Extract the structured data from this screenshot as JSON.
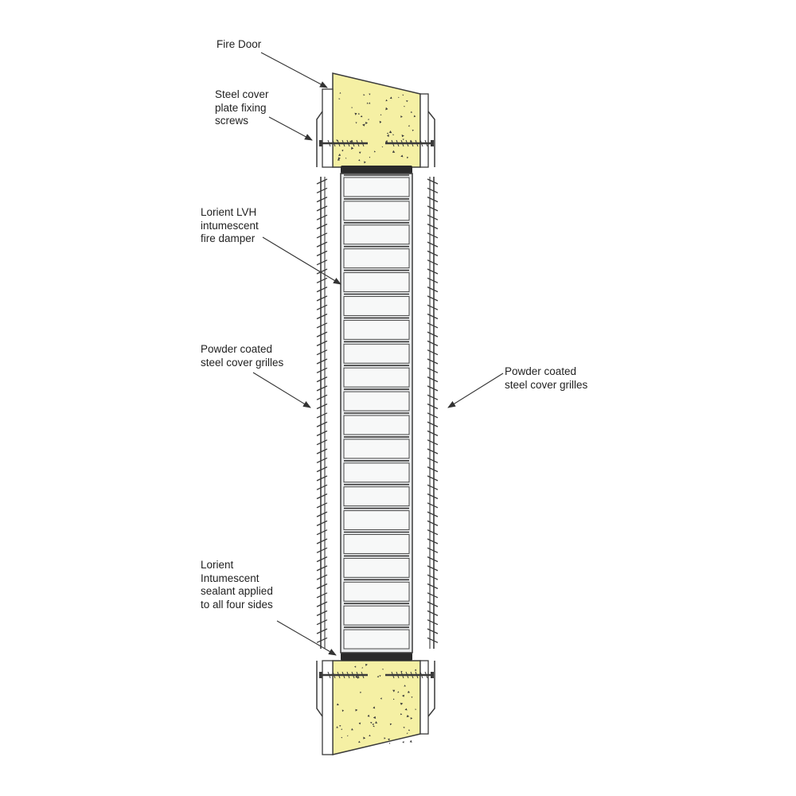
{
  "colors": {
    "core": "#f5f0a4",
    "line": "#3a3a3a",
    "damper_fill": "#e9ebec",
    "damper_slat": "#f7f8f8",
    "seal": "#2a2a2a"
  },
  "labels": {
    "fire_door": [
      "Fire Door"
    ],
    "screws": [
      "Steel cover",
      "plate fixing",
      "screws"
    ],
    "damper": [
      "Lorient LVH",
      "intumescent",
      "fire damper"
    ],
    "grilles_left": [
      "Powder coated",
      "steel cover grilles"
    ],
    "grilles_right": [
      "Powder coated",
      "steel cover grilles"
    ],
    "sealant": [
      "Lorient",
      "Intumescent",
      "sealant applied",
      "to all four sides"
    ]
  }
}
